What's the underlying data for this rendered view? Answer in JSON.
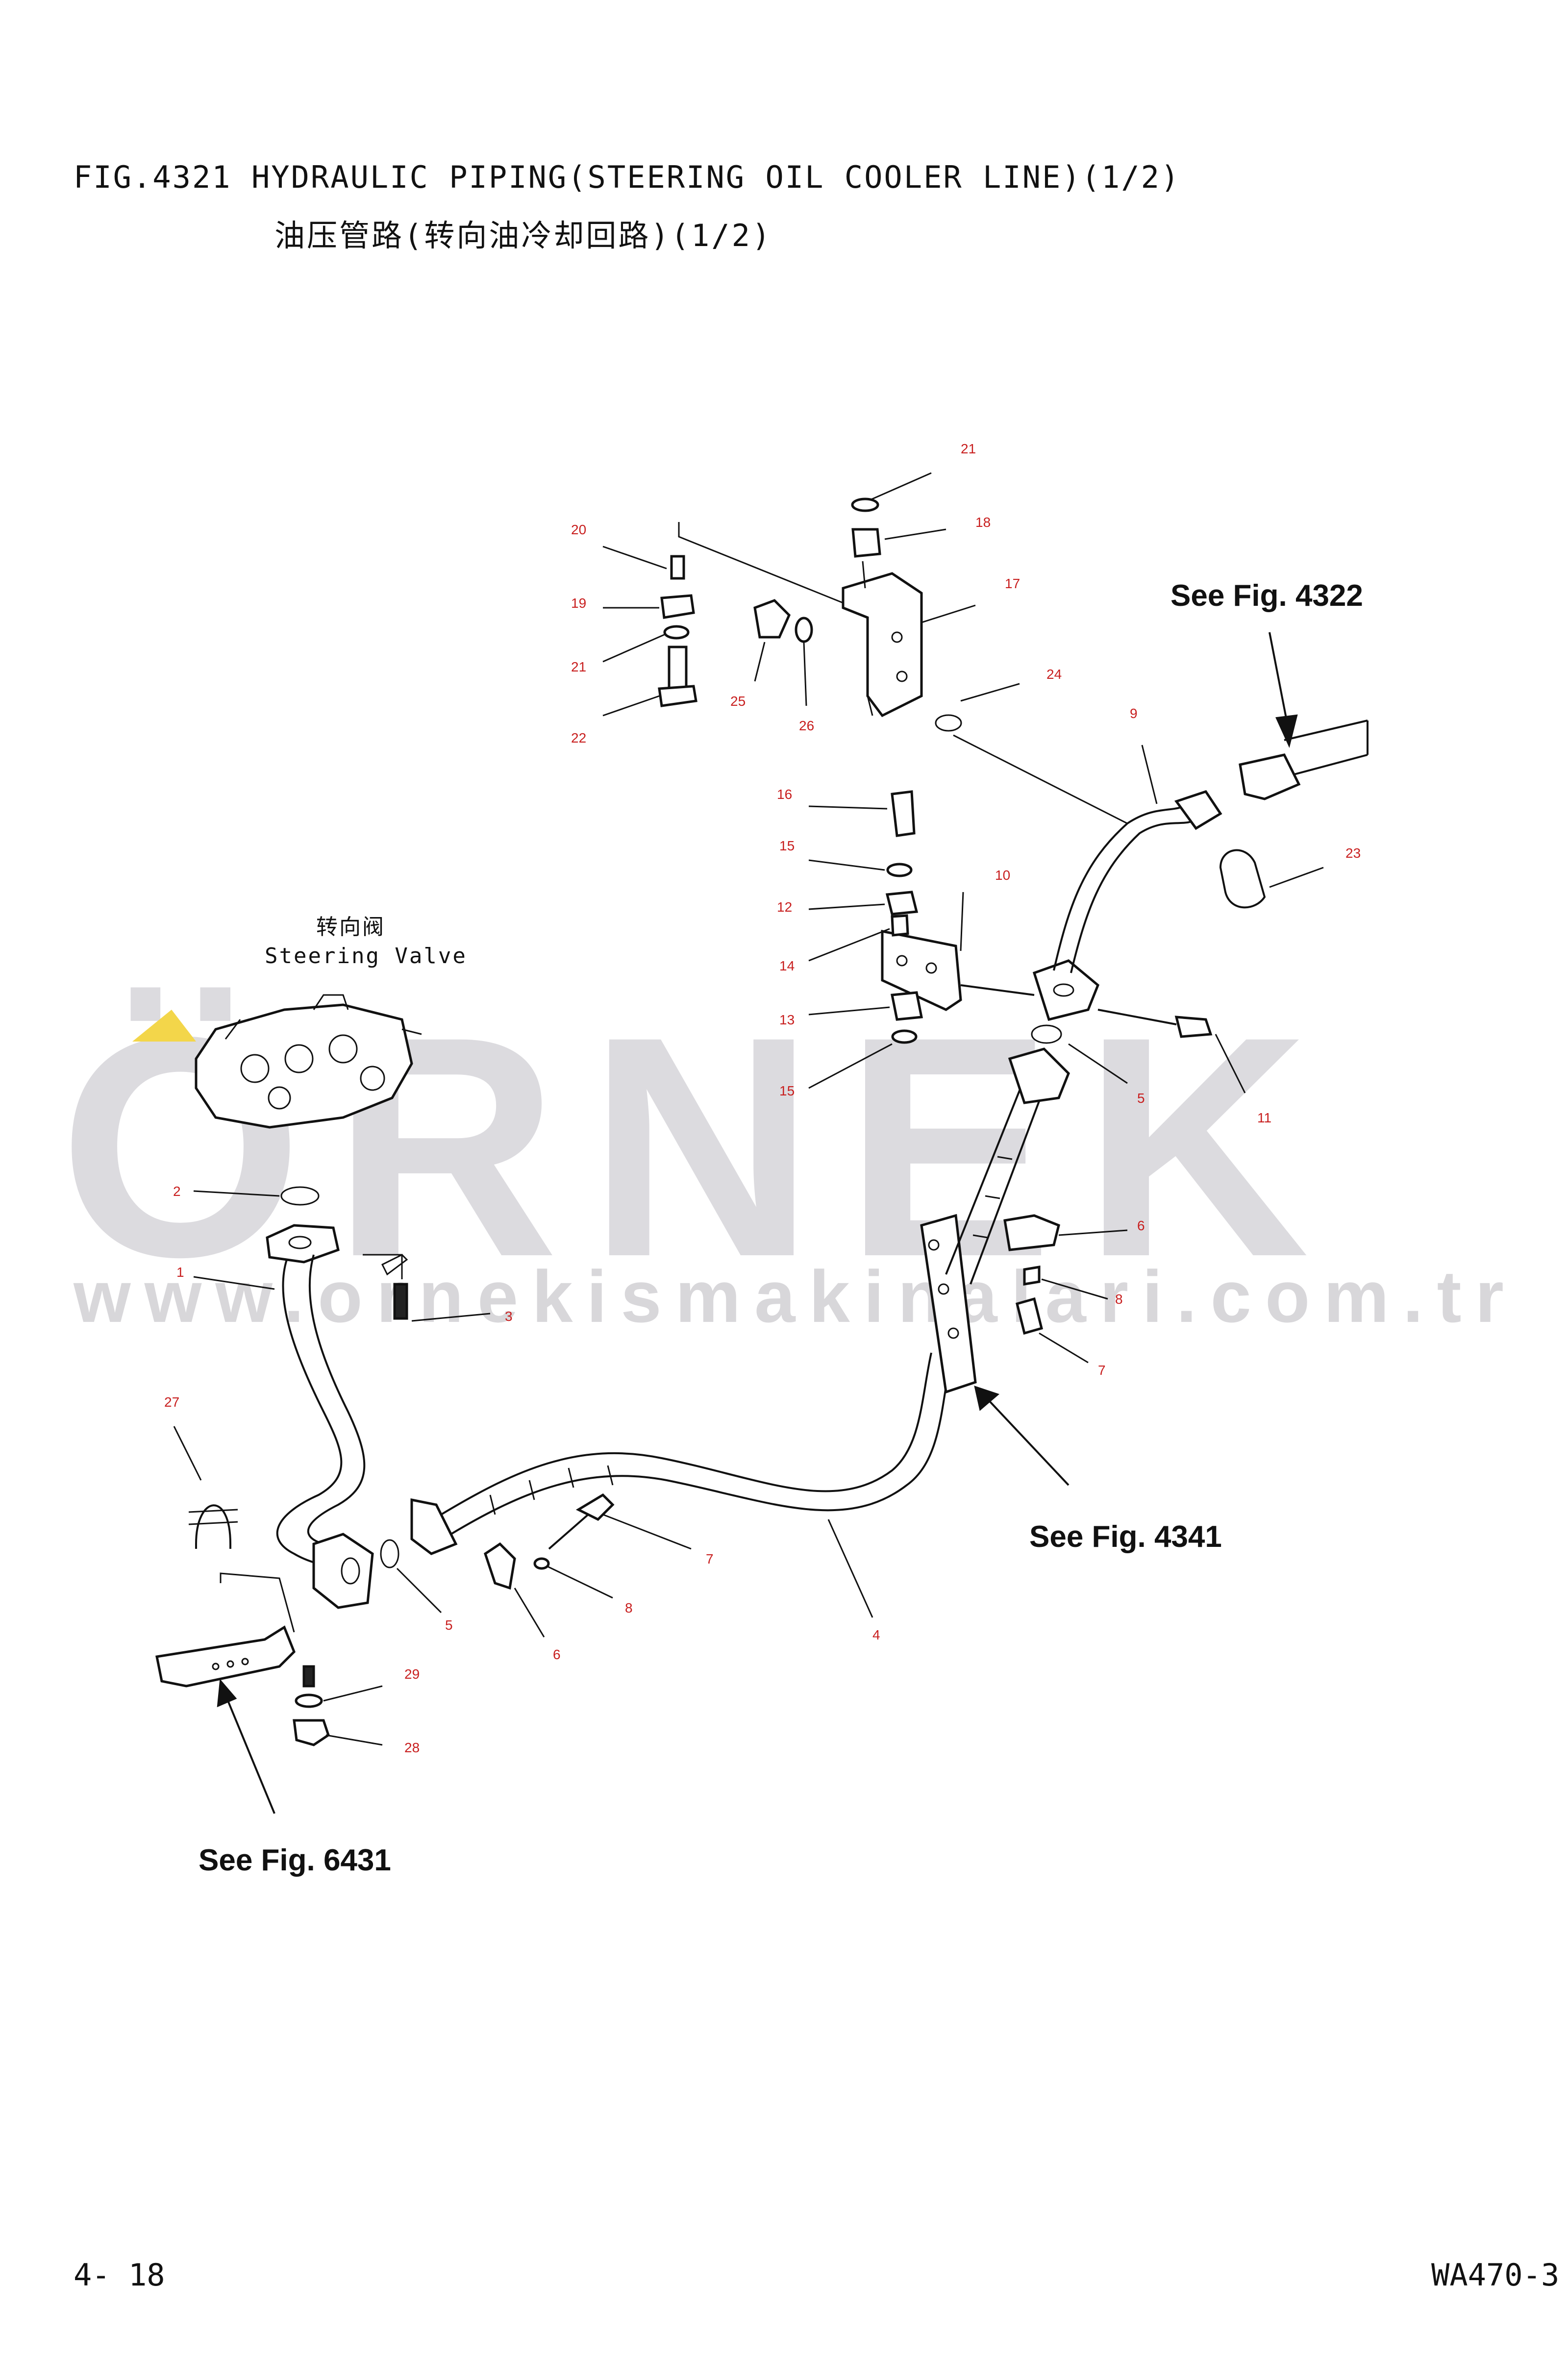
{
  "header": {
    "title_en": "FIG.4321   HYDRAULIC PIPING(STEERING OIL COOLER LINE)(1/2)",
    "title_cn": "油压管路(转向油冷却回路)(1/2)"
  },
  "footer": {
    "page": "4- 18",
    "model": "WA470-3"
  },
  "labels": {
    "steering_valve_cn": "转向阀",
    "steering_valve_en": "Steering Valve"
  },
  "references": {
    "fig_4322": "See Fig. 4322",
    "fig_4341": "See Fig. 4341",
    "fig_6431": "See Fig. 6431"
  },
  "watermark": {
    "brand": "ÖRNEK",
    "url": "www.ornekismakinalari.com.tr"
  },
  "colors": {
    "callout": "#c81e1e",
    "watermark": "#d9d8dc",
    "watermark_accent": "#f3d64a",
    "line": "#111111"
  },
  "callouts": [
    "21",
    "18",
    "20",
    "17",
    "19",
    "21",
    "24",
    "25",
    "26",
    "22",
    "9",
    "16",
    "23",
    "15",
    "10",
    "12",
    "14",
    "13",
    "11",
    "5",
    "15",
    "2",
    "6",
    "1",
    "3",
    "8",
    "7",
    "27",
    "7",
    "5",
    "8",
    "6",
    "4",
    "29",
    "28"
  ]
}
